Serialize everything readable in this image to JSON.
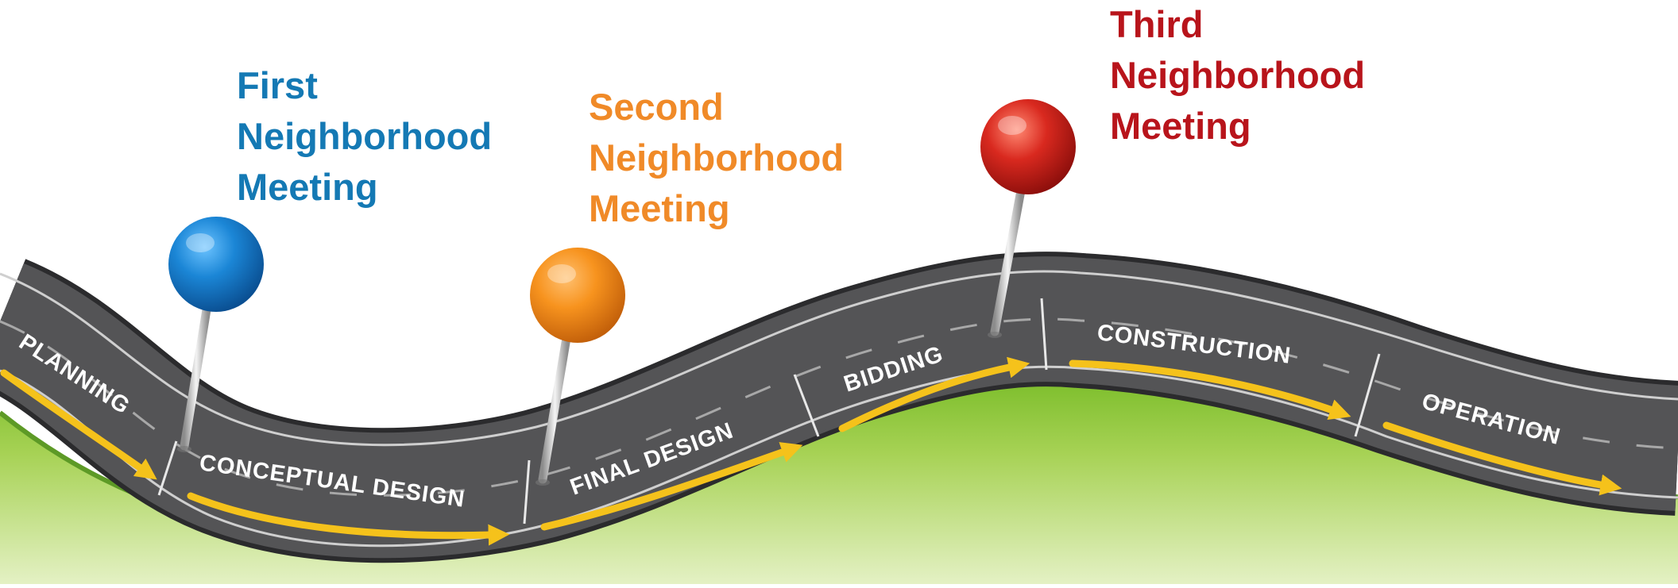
{
  "meetings": [
    {
      "id": "first",
      "lines": [
        "First",
        "Neighborhood",
        "Meeting"
      ],
      "color": "#1479b4"
    },
    {
      "id": "second",
      "lines": [
        "Second",
        "Neighborhood",
        "Meeting"
      ],
      "color": "#f08a28"
    },
    {
      "id": "third",
      "lines": [
        "Third",
        "Neighborhood",
        "Meeting"
      ],
      "color": "#b8141b"
    }
  ],
  "phases": [
    "PLANNING",
    "CONCEPTUAL DESIGN",
    "FINAL DESIGN",
    "BIDDING",
    "CONSTRUCTION",
    "OPERATION"
  ],
  "colors": {
    "road": "#4a4a4c",
    "road_edge": "#2c2c2e",
    "grass": "#8cc63f",
    "arrow": "#f5c21b"
  }
}
